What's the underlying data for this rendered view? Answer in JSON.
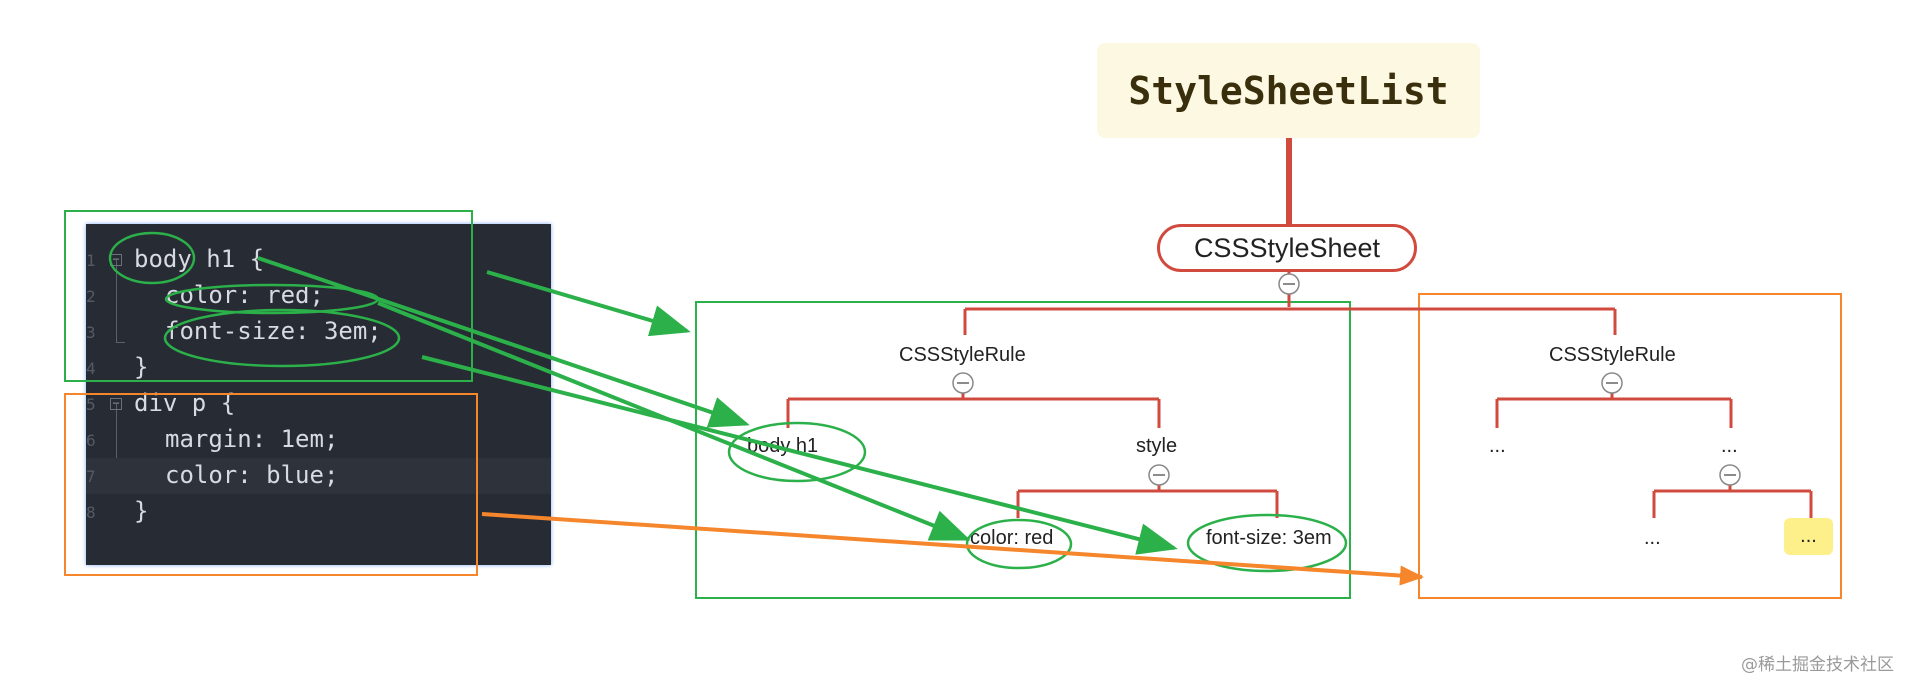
{
  "diagram": {
    "root": {
      "label": "StyleSheetList"
    },
    "stylesheet": {
      "label": "CSSStyleSheet"
    },
    "rule1": {
      "label": "CSSStyleRule",
      "selector": "body h1",
      "style": "style",
      "decl1": "color: red",
      "decl2": "font-size: 3em"
    },
    "rule2": {
      "label": "CSSStyleRule",
      "child_left": "...",
      "child_right": "...",
      "leaf_left": "...",
      "leaf_right": "..."
    }
  },
  "code": {
    "lines": [
      {
        "num": "1",
        "text": "body h1 {"
      },
      {
        "num": "2",
        "text": "color: red;"
      },
      {
        "num": "3",
        "text": "font-size: 3em;"
      },
      {
        "num": "4",
        "text": "}"
      },
      {
        "num": "5",
        "text": "div p {"
      },
      {
        "num": "6",
        "text": "margin: 1em;"
      },
      {
        "num": "7",
        "text": "color: blue;"
      },
      {
        "num": "8",
        "text": "}"
      }
    ]
  },
  "colors": {
    "green": "#2bb04a",
    "orange": "#f5862b",
    "tree_red": "#d14a3e",
    "root_bg": "#fdf8e1",
    "highlight_yellow": "#fdf08a",
    "editor_bg": "#272b33"
  },
  "watermark": "@稀土掘金技术社区"
}
